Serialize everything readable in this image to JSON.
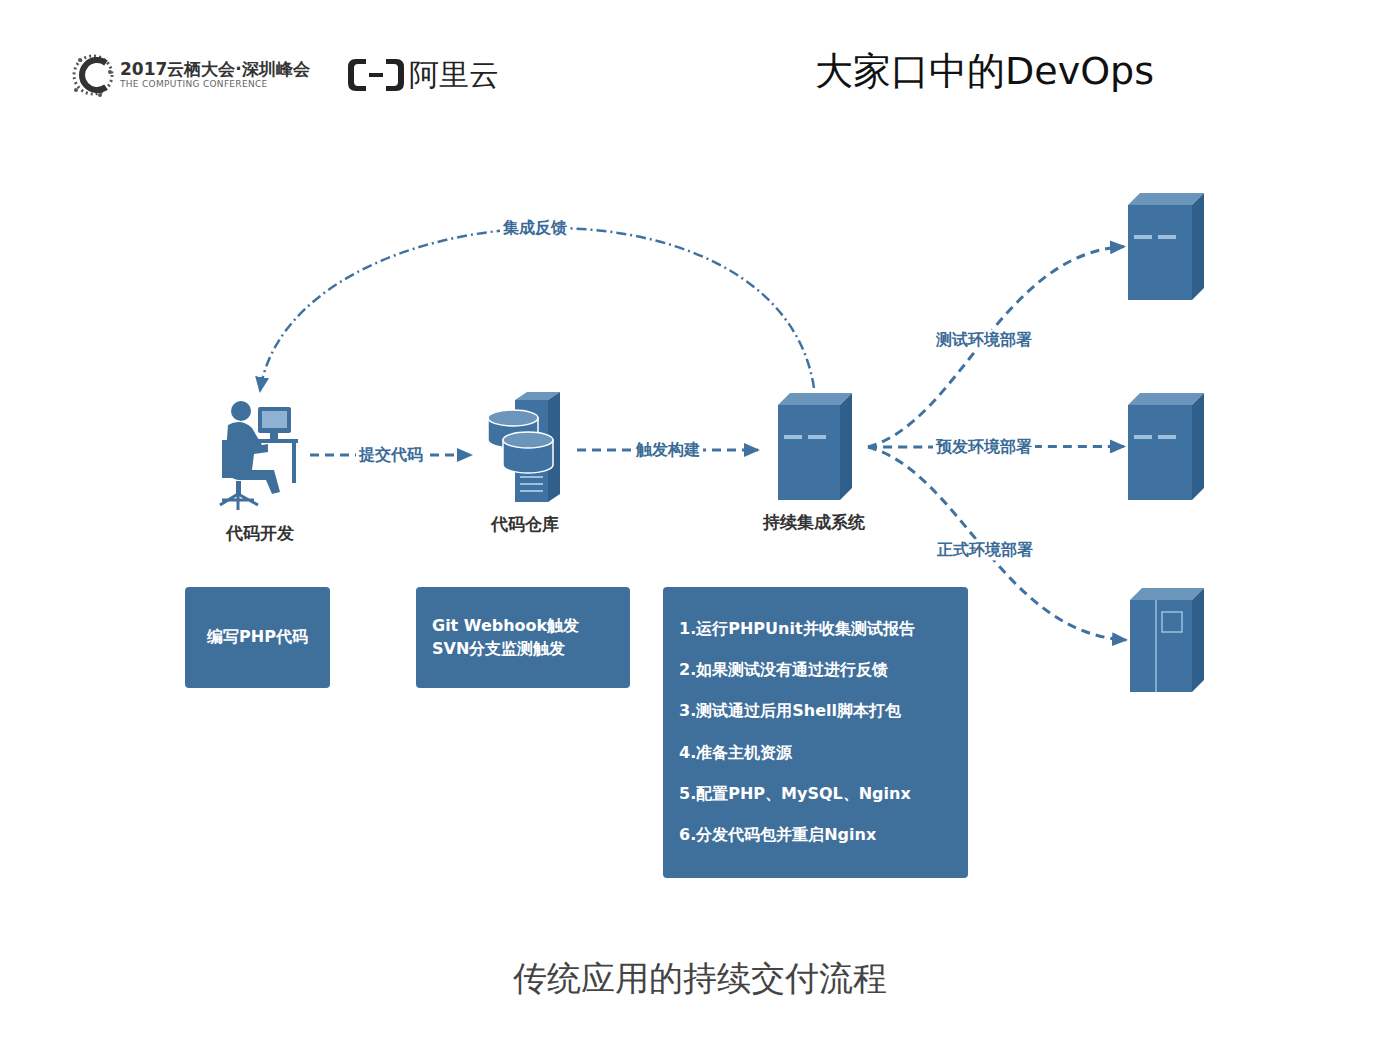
{
  "diagram": {
    "title": "大家口中的DevOps",
    "caption": "传统应用的持续交付流程",
    "nodes": [
      {
        "text": [
          "代码开发"
        ]
      },
      {
        "text": [
          "代码仓库"
        ]
      },
      {
        "text": [
          "持续集成系统"
        ]
      },
      {
        "text": []
      },
      {
        "text": []
      },
      {
        "text": []
      },
      {
        "text": [
          "编写PHP代码"
        ]
      },
      {
        "text": [
          "Git Webhook触发 SVN分支监测触发"
        ]
      },
      {
        "text": [
          "1.运行PHPUnit并收集测试报告",
          "2.如果测试没有通过进行反馈",
          "3.测试通过后用Shell脚本打包",
          "4.准备主机资源",
          "5.配置PHP、MySQL、Nginx",
          "6.分发代码包并重启Nginx"
        ]
      }
    ],
    "edges": [
      {
        "from": 0,
        "to": 1,
        "label": "提交代码",
        "arrow": "to"
      },
      {
        "from": 1,
        "to": 2,
        "label": "触发构建",
        "arrow": "to"
      },
      {
        "from": 2,
        "to": 0,
        "label": "集成反馈",
        "arrow": "to"
      },
      {
        "from": 2,
        "to": 3,
        "label": "测试环境部署",
        "arrow": "to"
      },
      {
        "from": 2,
        "to": 4,
        "label": "预发环境部署",
        "arrow": "to"
      },
      {
        "from": 2,
        "to": 5,
        "label": "正式环境部署",
        "arrow": "to"
      }
    ],
    "labels": [
      "2017云栖大会·深圳峰会",
      "THE COMPUTING CONFERENCE",
      "阿里云"
    ]
  }
}
